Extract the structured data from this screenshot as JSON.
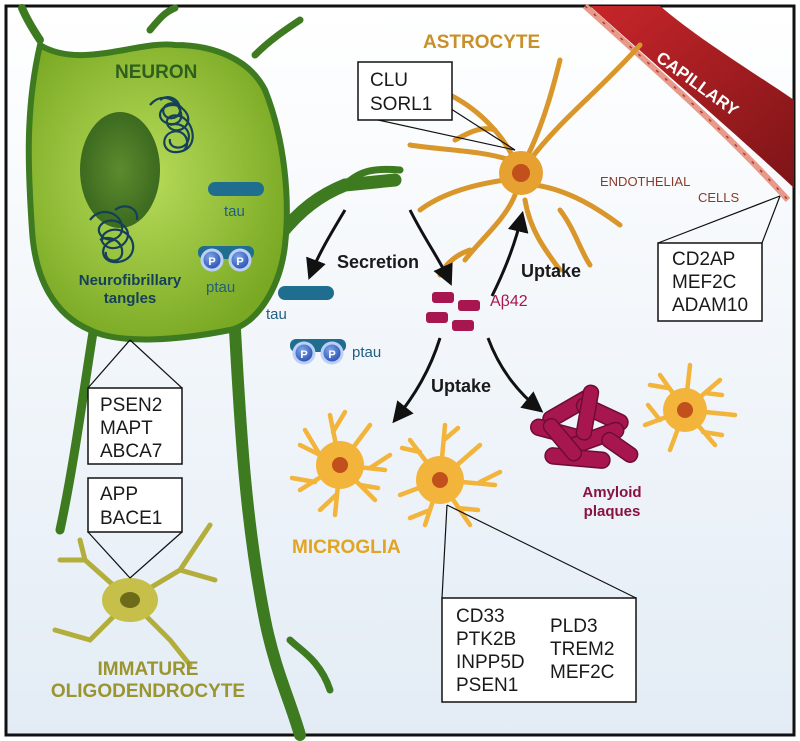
{
  "colors": {
    "neuron_fill": "#8fbd2a",
    "neuron_dark": "#2f6b1e",
    "neuron_label": "#2e5f1e",
    "astrocyte": "#d9962a",
    "astrocyte_label": "#c8902a",
    "capillary": "#a61e22",
    "endothelial_label": "#8a3a2a",
    "microglia": "#f2b43a",
    "microglia_label": "#e2a523",
    "abeta": "#a8164f",
    "tau": "#1f6e8f",
    "oligo": "#b3ae3c",
    "oligo_label": "#9b9530",
    "nucleus": "#c1501c"
  },
  "labels": {
    "neuron": "NEURON",
    "astrocyte": "ASTROCYTE",
    "capillary": "CAPILLARY",
    "endothelial_line1": "ENDOTHELIAL",
    "endothelial_line2": "CELLS",
    "tau_in": "tau",
    "ptau_in": "ptau",
    "nft_line1": "Neurofibrillary",
    "nft_line2": "tangles",
    "secretion": "Secretion",
    "uptake_astro": "Uptake",
    "uptake_micro": "Uptake",
    "tau_out": "tau",
    "ptau_out": "ptau",
    "abeta": "Aβ42",
    "plaques_line1": "Amyloid",
    "plaques_line2": "plaques",
    "microglia": "MICROGLIA",
    "oligo_line1": "IMMATURE",
    "oligo_line2": "OLIGODENDROCYTE",
    "p": "P"
  },
  "gene_boxes": {
    "astrocyte": [
      "CLU",
      "SORL1"
    ],
    "endothelial": [
      "CD2AP",
      "MEF2C",
      "ADAM10"
    ],
    "neuron": [
      "PSEN2",
      "MAPT",
      "ABCA7"
    ],
    "oligo": [
      "APP",
      "BACE1"
    ],
    "microglia_col1": [
      "CD33",
      "PTK2B",
      "INPP5D",
      "PSEN1"
    ],
    "microglia_col2": [
      "PLD3",
      "TREM2",
      "MEF2C"
    ]
  }
}
